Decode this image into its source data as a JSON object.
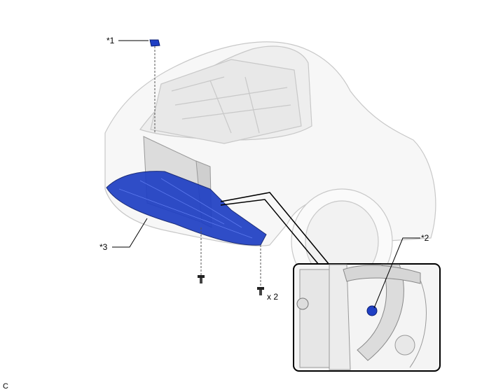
{
  "callouts": {
    "c1": "*1",
    "c2": "*2",
    "c3": "*3",
    "qty": "x 2"
  },
  "figure_code": "C",
  "colors": {
    "part_blue": "#1f3fc4",
    "car_outline": "#c8c8c8"
  }
}
